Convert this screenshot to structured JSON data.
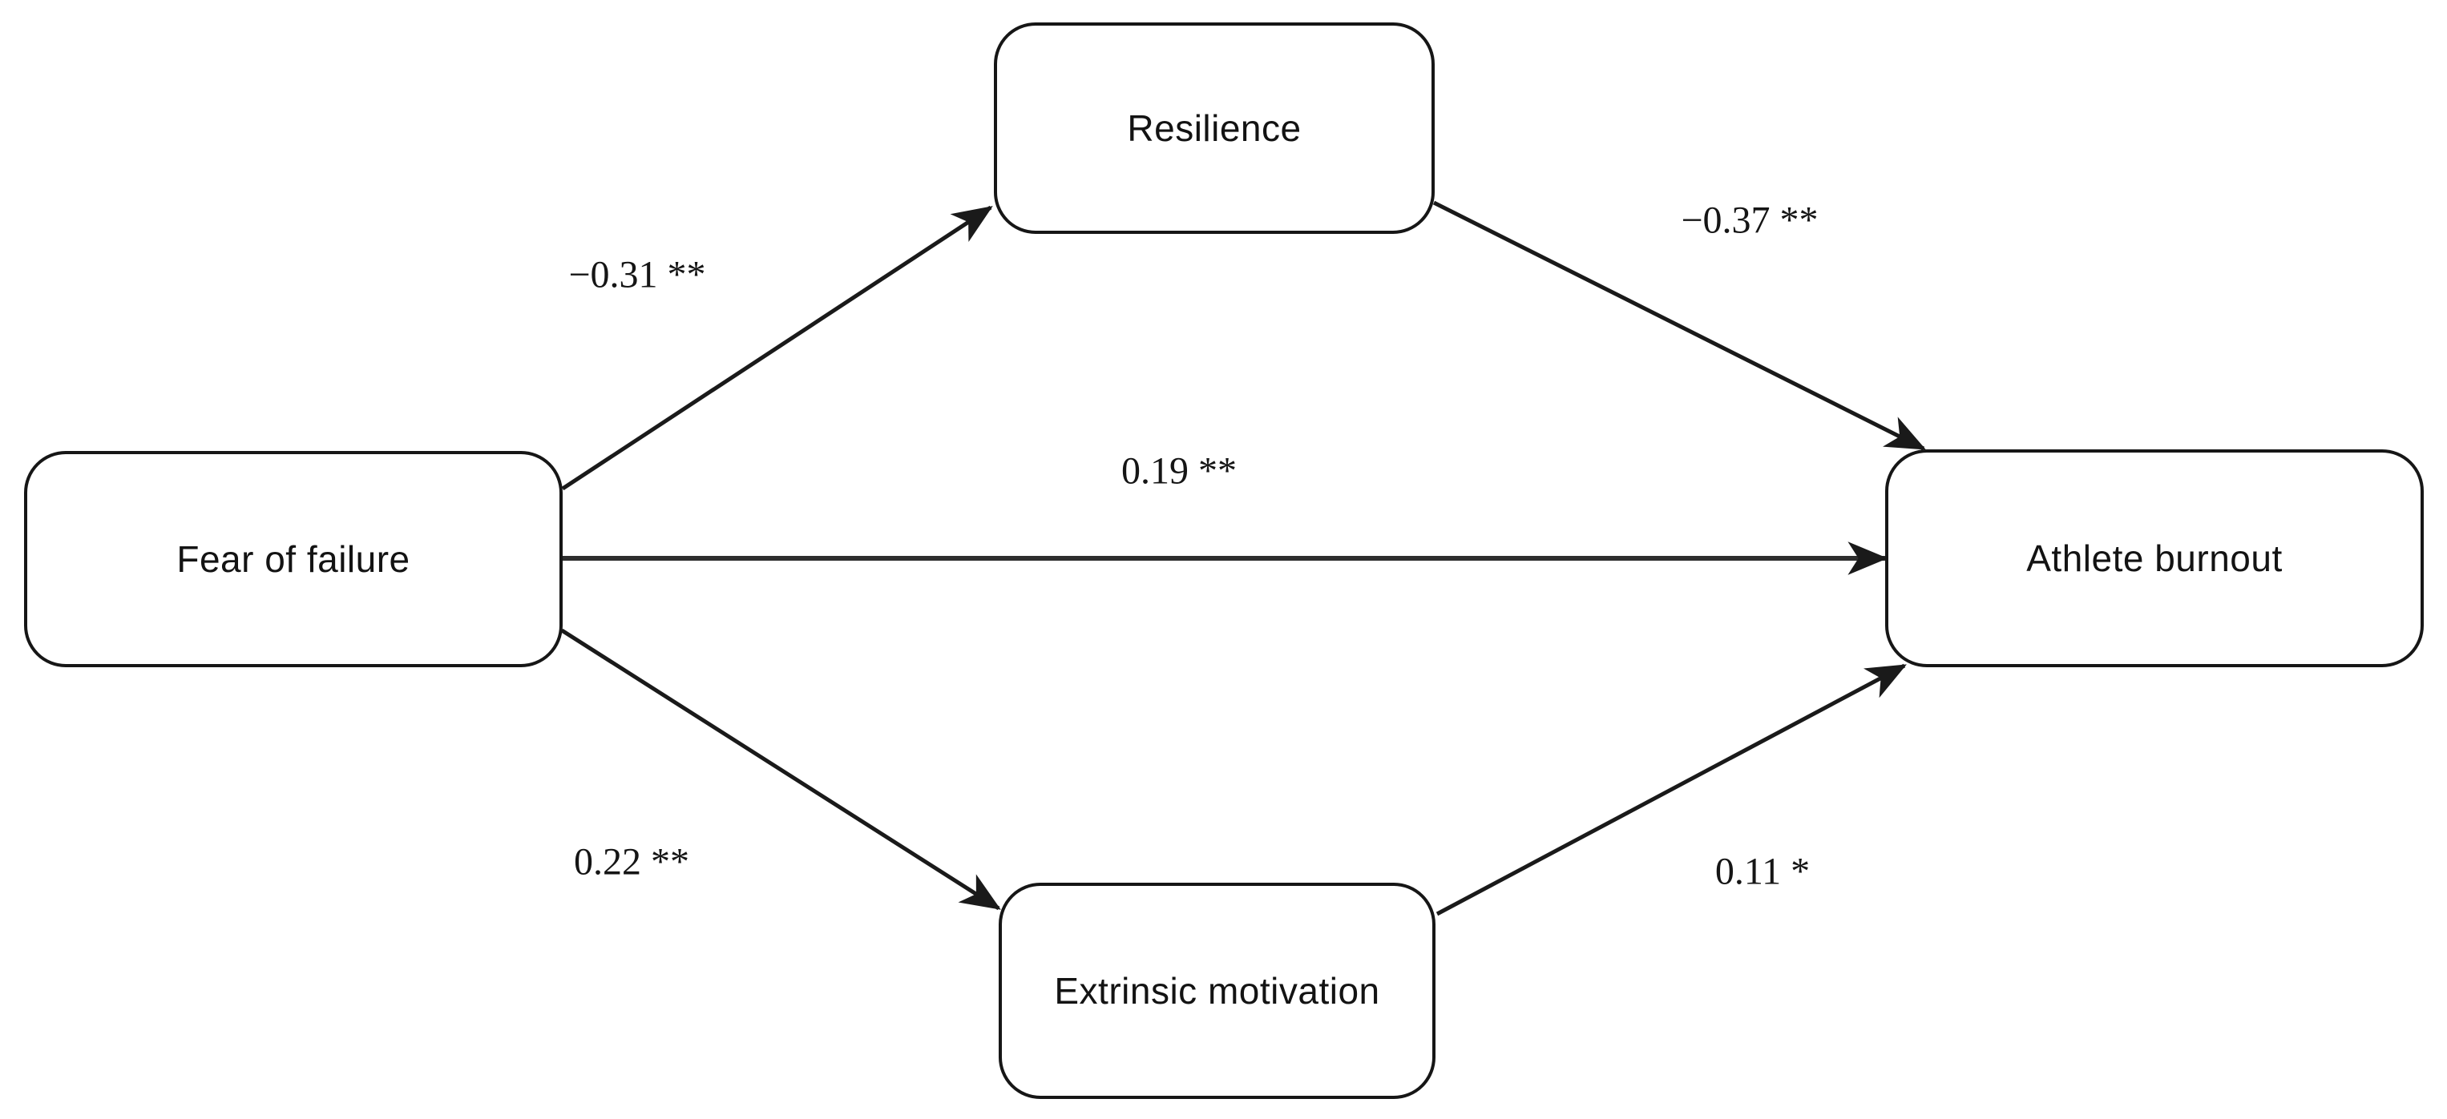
{
  "diagram": {
    "type": "path-model",
    "nodes": [
      {
        "id": "fear-of-failure",
        "label": "Fear of failure"
      },
      {
        "id": "resilience",
        "label": "Resilience"
      },
      {
        "id": "athlete-burnout",
        "label": "Athlete burnout"
      },
      {
        "id": "extrinsic-motivation",
        "label": "Extrinsic motivation"
      }
    ],
    "edges": [
      {
        "from": "fear-of-failure",
        "to": "resilience",
        "coefficient": -0.31,
        "stars": "**",
        "label": "−0.31 **"
      },
      {
        "from": "resilience",
        "to": "athlete-burnout",
        "coefficient": -0.37,
        "stars": "**",
        "label": "−0.37 **"
      },
      {
        "from": "fear-of-failure",
        "to": "athlete-burnout",
        "coefficient": 0.19,
        "stars": "**",
        "label": "0.19 **"
      },
      {
        "from": "fear-of-failure",
        "to": "extrinsic-motivation",
        "coefficient": 0.22,
        "stars": "**",
        "label": "0.22 **"
      },
      {
        "from": "extrinsic-motivation",
        "to": "athlete-burnout",
        "coefficient": 0.11,
        "stars": "*",
        "label": "0.11 *"
      }
    ],
    "colors": {
      "background": "#ffffff",
      "node_fill": "#ffffff",
      "node_border": "#161616",
      "arrow": "#1a1a1a",
      "text": "#131313"
    }
  }
}
